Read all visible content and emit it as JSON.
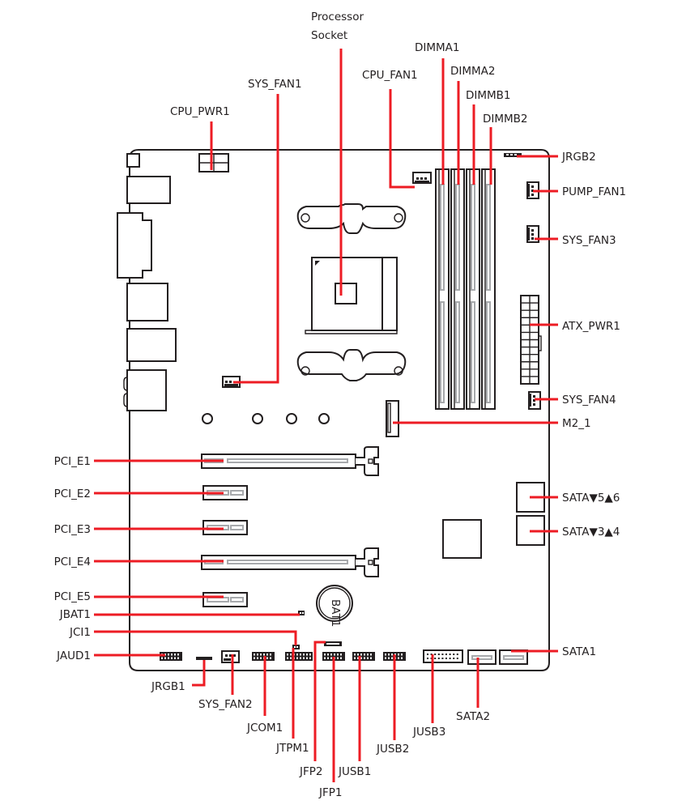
{
  "diagram": {
    "title": "Motherboard layout (component connectors)",
    "accent_color": "#ed1c24",
    "outline_color": "#231f20",
    "labels": {
      "processor_socket_line1": "Processor",
      "processor_socket_line2": "Socket",
      "cpu_pwr1": "CPU_PWR1",
      "sys_fan1": "SYS_FAN1",
      "cpu_fan1": "CPU_FAN1",
      "dimma1": "DIMMA1",
      "dimma2": "DIMMA2",
      "dimmb1": "DIMMB1",
      "dimmb2": "DIMMB2",
      "jrgb2": "JRGB2",
      "pump_fan1": "PUMP_FAN1",
      "sys_fan3": "SYS_FAN3",
      "atx_pwr1": "ATX_PWR1",
      "sys_fan4": "SYS_FAN4",
      "m2_1": "M2_1",
      "sata56": "SATA▼5▲6",
      "sata34": "SATA▼3▲4",
      "sata1": "SATA1",
      "pci_e1": "PCI_E1",
      "pci_e2": "PCI_E2",
      "pci_e3": "PCI_E3",
      "pci_e4": "PCI_E4",
      "pci_e5": "PCI_E5",
      "jbat1": "JBAT1",
      "jci1": "JCI1",
      "jaud1": "JAUD1",
      "jrgb1": "JRGB1",
      "sys_fan2": "SYS_FAN2",
      "jcom1": "JCOM1",
      "jtpm1": "JTPM1",
      "jfp2": "JFP2",
      "jfp1": "JFP1",
      "jusb1": "JUSB1",
      "jusb2": "JUSB2",
      "jusb3": "JUSB3",
      "sata2": "SATA2",
      "battery": "BAT1"
    }
  }
}
